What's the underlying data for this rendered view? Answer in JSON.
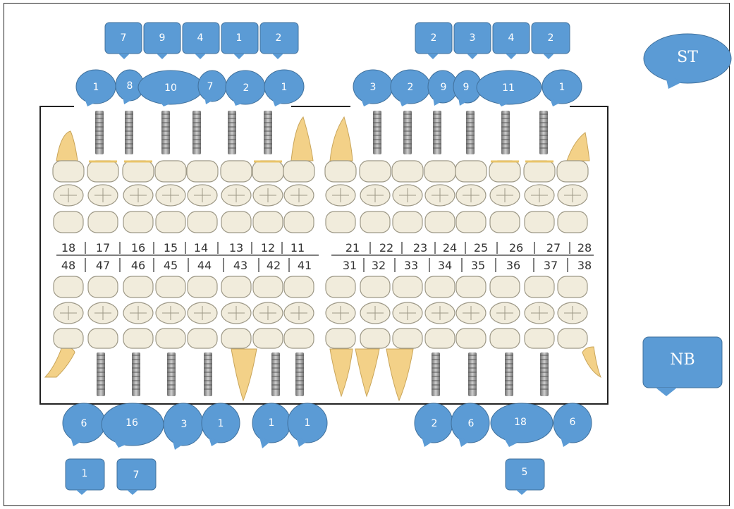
{
  "labels": {
    "st": "ST",
    "nb": "NB"
  },
  "upper_tooth_numbers": [
    "18",
    "17",
    "16",
    "15",
    "14",
    "13",
    "12",
    "11",
    "21",
    "22",
    "23",
    "24",
    "25",
    "26",
    "27",
    "28"
  ],
  "lower_tooth_numbers": [
    "48",
    "47",
    "46",
    "45",
    "44",
    "43",
    "42",
    "41",
    "31",
    "32",
    "33",
    "34",
    "35",
    "36",
    "37",
    "38"
  ],
  "top_row_boxes": [
    "7",
    "9",
    "4",
    "1",
    "2",
    "2",
    "3",
    "4",
    "2"
  ],
  "upper_bubbles": [
    "1",
    "8",
    "10",
    "7",
    "2",
    "1",
    "3",
    "2",
    "9",
    "9",
    "11",
    "1"
  ],
  "lower_bubbles": [
    "6",
    "16",
    "3",
    "1",
    "1",
    "1",
    "2",
    "6",
    "18",
    "6"
  ],
  "bottom_boxes": [
    "1",
    "7",
    "5"
  ],
  "colors": {
    "callout": "#5b9bd5",
    "callout_stroke": "#41719c",
    "implant": "#8a8a8a",
    "crown": "#f1ecdc",
    "root": "#f3d188"
  }
}
